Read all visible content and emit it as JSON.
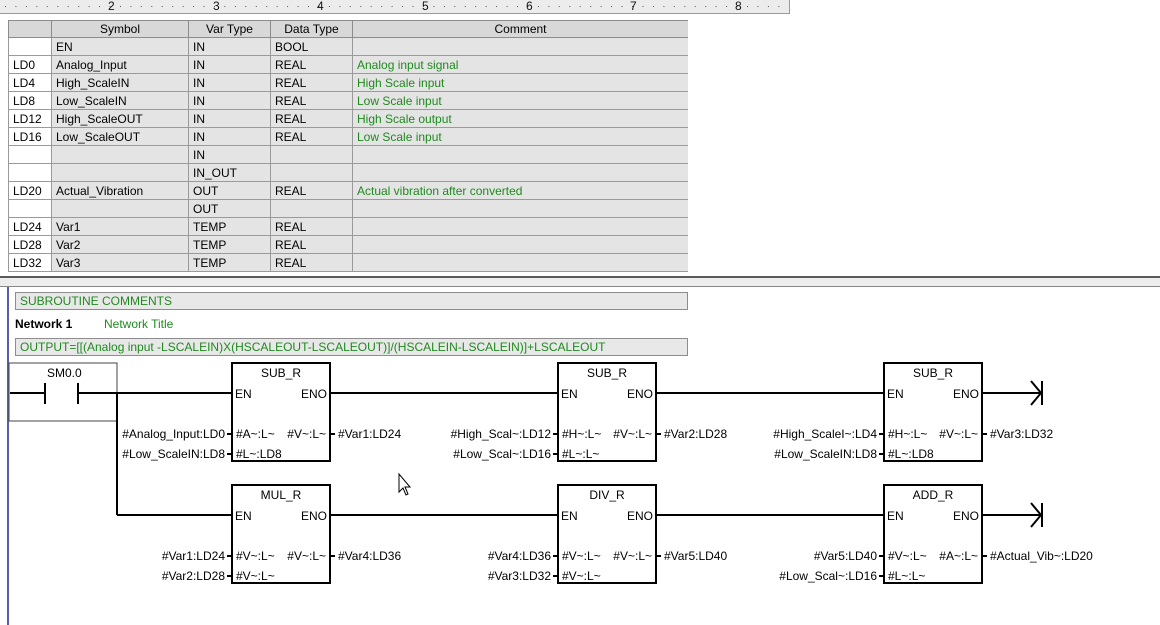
{
  "ruler": {
    "marks": [
      "2",
      "3",
      "4",
      "5",
      "6",
      "7",
      "8"
    ]
  },
  "var_table": {
    "headers": [
      "Symbol",
      "Var Type",
      "Data Type",
      "Comment"
    ],
    "rows": [
      {
        "addr": "",
        "symbol": "EN",
        "var_type": "IN",
        "data_type": "BOOL",
        "comment": ""
      },
      {
        "addr": "LD0",
        "symbol": "Analog_Input",
        "var_type": "IN",
        "data_type": "REAL",
        "comment": "Analog input signal"
      },
      {
        "addr": "LD4",
        "symbol": "High_ScaleIN",
        "var_type": "IN",
        "data_type": "REAL",
        "comment": "High Scale input"
      },
      {
        "addr": "LD8",
        "symbol": "Low_ScaleIN",
        "var_type": "IN",
        "data_type": "REAL",
        "comment": "Low Scale input"
      },
      {
        "addr": "LD12",
        "symbol": "High_ScaleOUT",
        "var_type": "IN",
        "data_type": "REAL",
        "comment": "High Scale output"
      },
      {
        "addr": "LD16",
        "symbol": "Low_ScaleOUT",
        "var_type": "IN",
        "data_type": "REAL",
        "comment": "Low Scale input"
      },
      {
        "addr": "",
        "symbol": "",
        "var_type": "IN",
        "data_type": "",
        "comment": ""
      },
      {
        "addr": "",
        "symbol": "",
        "var_type": "IN_OUT",
        "data_type": "",
        "comment": ""
      },
      {
        "addr": "LD20",
        "symbol": "Actual_Vibration",
        "var_type": "OUT",
        "data_type": "REAL",
        "comment": "Actual vibration after converted"
      },
      {
        "addr": "",
        "symbol": "",
        "var_type": "OUT",
        "data_type": "",
        "comment": ""
      },
      {
        "addr": "LD24",
        "symbol": "Var1",
        "var_type": "TEMP",
        "data_type": "REAL",
        "comment": ""
      },
      {
        "addr": "LD28",
        "symbol": "Var2",
        "var_type": "TEMP",
        "data_type": "REAL",
        "comment": ""
      },
      {
        "addr": "LD32",
        "symbol": "Var3",
        "var_type": "TEMP",
        "data_type": "REAL",
        "comment": ""
      }
    ]
  },
  "subroutine_comments": "SUBROUTINE COMMENTS",
  "network": {
    "label": "Network 1",
    "title": "Network Title",
    "comment": "OUTPUT=[[(Analog input -LSCALEIN)X(HSCALEOUT-LSCALEOUT)]/(HSCALEIN-LSCALEIN)]+LSCALEOUT"
  },
  "contact": {
    "label": "SM0.0"
  },
  "blocks": [
    {
      "id": "sub1",
      "title": "SUB_R",
      "en": "EN",
      "eno": "ENO",
      "in1_pin": "#A~:L~",
      "in2_pin": "#L~:LD8",
      "out_pin": "#V~:L~",
      "in1": "#Analog_Input:LD0",
      "in2": "#Low_ScaleIN:LD8",
      "out": "#Var1:LD24"
    },
    {
      "id": "sub2",
      "title": "SUB_R",
      "en": "EN",
      "eno": "ENO",
      "in1_pin": "#H~:L~",
      "in2_pin": "#L~:L~",
      "out_pin": "#V~:L~",
      "in1": "#High_Scal~:LD12",
      "in2": "#Low_Scal~:LD16",
      "out": "#Var2:LD28"
    },
    {
      "id": "sub3",
      "title": "SUB_R",
      "en": "EN",
      "eno": "ENO",
      "in1_pin": "#H~:L~",
      "in2_pin": "#L~:LD8",
      "out_pin": "#V~:L~",
      "in1": "#High_ScaleI~:LD4",
      "in2": "#Low_ScaleIN:LD8",
      "out": "#Var3:LD32"
    },
    {
      "id": "mul",
      "title": "MUL_R",
      "en": "EN",
      "eno": "ENO",
      "in1_pin": "#V~:L~",
      "in2_pin": "#V~:L~",
      "out_pin": "#V~:L~",
      "in1": "#Var1:LD24",
      "in2": "#Var2:LD28",
      "out": "#Var4:LD36"
    },
    {
      "id": "div",
      "title": "DIV_R",
      "en": "EN",
      "eno": "ENO",
      "in1_pin": "#V~:L~",
      "in2_pin": "#V~:L~",
      "out_pin": "#V~:L~",
      "in1": "#Var4:LD36",
      "in2": "#Var3:LD32",
      "out": "#Var5:LD40"
    },
    {
      "id": "add",
      "title": "ADD_R",
      "en": "EN",
      "eno": "ENO",
      "in1_pin": "#V~:L~",
      "in2_pin": "#L~:L~",
      "out_pin": "#A~:L~",
      "in1": "#Var5:LD40",
      "in2": "#Low_Scal~:LD16",
      "out": "#Actual_Vib~:LD20"
    }
  ],
  "colors": {
    "comment_green": "#1f8a1f",
    "rail_blue": "#5560a8"
  }
}
